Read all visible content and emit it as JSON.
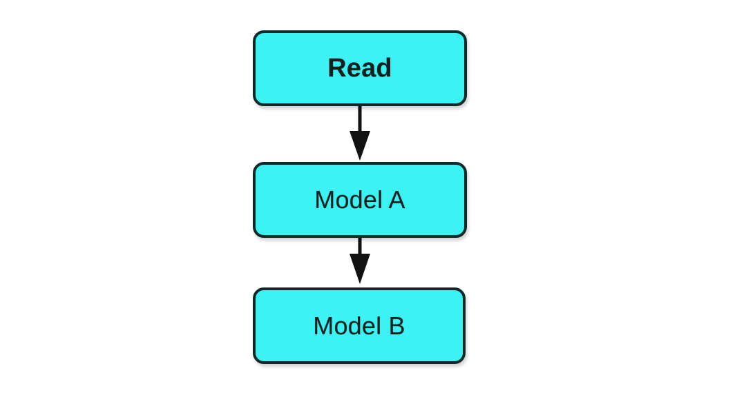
{
  "diagram": {
    "type": "flowchart",
    "orientation": "vertical-top-down",
    "background_color": "#FFFFFF",
    "node_fill_color": "#3DF2F2",
    "node_border_color": "#0F2A2A",
    "text_color": "#10201F",
    "arrow_color": "#111111",
    "nodes": [
      {
        "id": "read",
        "label": "Read",
        "shape": "rounded-rectangle",
        "order": 1
      },
      {
        "id": "model_a",
        "label": "Model A",
        "shape": "rounded-rectangle",
        "order": 2
      },
      {
        "id": "model_b",
        "label": "Model B",
        "shape": "rounded-rectangle",
        "order": 3
      }
    ],
    "edges": [
      {
        "id": "edge-read-model-a",
        "from": "Read",
        "to": "Model A",
        "label": "",
        "arrowhead": "filled-triangle"
      },
      {
        "id": "edge-model-a-model-b",
        "from": "Model A",
        "to": "Model B",
        "label": "",
        "arrowhead": "filled-triangle"
      }
    ]
  }
}
